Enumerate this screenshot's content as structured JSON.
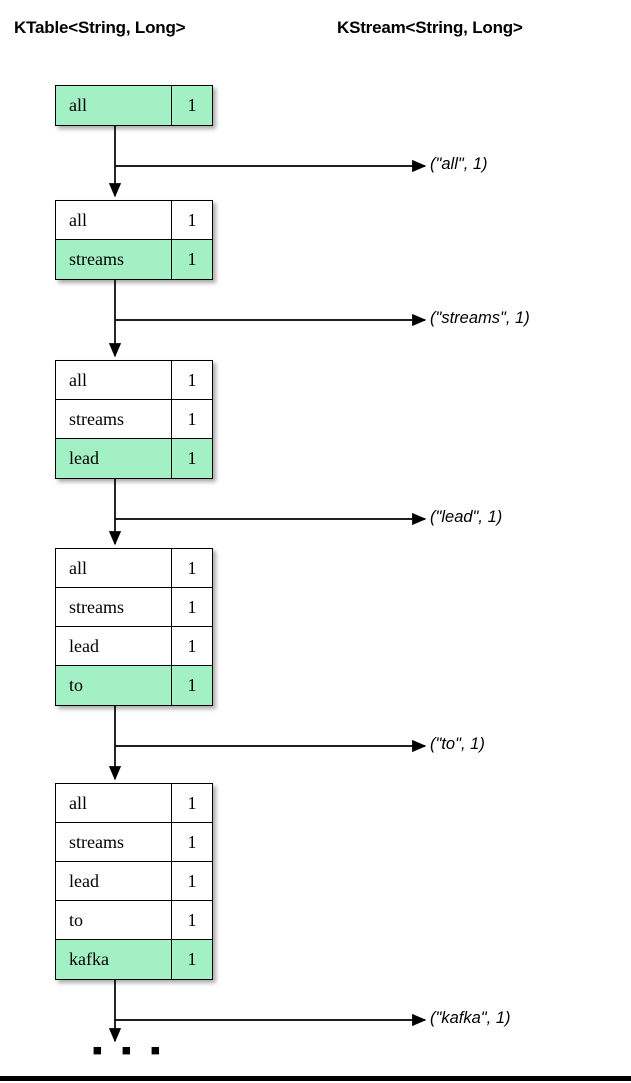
{
  "headers": {
    "left": "KTable<String, Long>",
    "right": "KStream<String, Long>"
  },
  "colors": {
    "highlight": "#a3f0c4",
    "border": "#000000",
    "background": "#ffffff",
    "text": "#000000"
  },
  "steps": [
    {
      "id": "step-1",
      "rows": [
        {
          "key": "all",
          "value": "1",
          "new": true
        }
      ],
      "emit": "(\"all\", 1)"
    },
    {
      "id": "step-2",
      "rows": [
        {
          "key": "all",
          "value": "1",
          "new": false
        },
        {
          "key": "streams",
          "value": "1",
          "new": true
        }
      ],
      "emit": "(\"streams\", 1)"
    },
    {
      "id": "step-3",
      "rows": [
        {
          "key": "all",
          "value": "1",
          "new": false
        },
        {
          "key": "streams",
          "value": "1",
          "new": false
        },
        {
          "key": "lead",
          "value": "1",
          "new": true
        }
      ],
      "emit": "(\"lead\", 1)"
    },
    {
      "id": "step-4",
      "rows": [
        {
          "key": "all",
          "value": "1",
          "new": false
        },
        {
          "key": "streams",
          "value": "1",
          "new": false
        },
        {
          "key": "lead",
          "value": "1",
          "new": false
        },
        {
          "key": "to",
          "value": "1",
          "new": true
        }
      ],
      "emit": "(\"to\", 1)"
    },
    {
      "id": "step-5",
      "rows": [
        {
          "key": "all",
          "value": "1",
          "new": false
        },
        {
          "key": "streams",
          "value": "1",
          "new": false
        },
        {
          "key": "lead",
          "value": "1",
          "new": false
        },
        {
          "key": "to",
          "value": "1",
          "new": false
        },
        {
          "key": "kafka",
          "value": "1",
          "new": true
        }
      ],
      "emit": "(\"kafka\", 1)"
    }
  ],
  "continuation": "▪ ▪ ▪"
}
